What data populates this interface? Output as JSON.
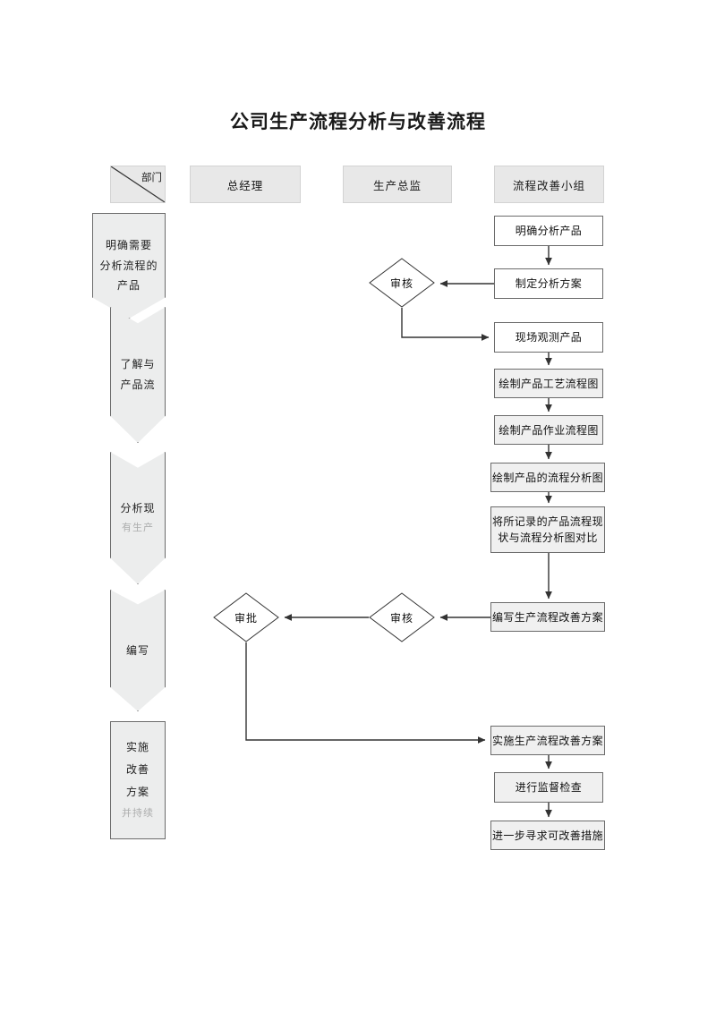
{
  "page": {
    "title": "公司生产流程分析与改善流程"
  },
  "header": {
    "corner": {
      "label": "部门"
    },
    "columns": [
      {
        "label": "总经理"
      },
      {
        "label": "生产总监"
      },
      {
        "label": "流程改善小组"
      }
    ]
  },
  "stages": [
    {
      "id": "stage-1",
      "lines": [
        "明确需要",
        "分析流程的",
        "产品"
      ],
      "clipped": ""
    },
    {
      "id": "stage-2",
      "lines": [
        "了解与",
        "产品流"
      ],
      "clipped": ""
    },
    {
      "id": "stage-3",
      "lines": [
        "分析现"
      ],
      "clipped": "有生产"
    },
    {
      "id": "stage-4",
      "lines": [
        "编写"
      ],
      "clipped": ""
    },
    {
      "id": "stage-5",
      "lines": [
        "实施",
        "改善",
        "方案"
      ],
      "clipped": "并持续"
    }
  ],
  "process_boxes": [
    {
      "id": "p1",
      "label": "明确分析产品"
    },
    {
      "id": "p2",
      "label": "制定分析方案"
    },
    {
      "id": "p3",
      "label": "现场观测产品"
    },
    {
      "id": "p4",
      "label": "绘制产品工艺流程图"
    },
    {
      "id": "p5",
      "label": "绘制产品作业流程图"
    },
    {
      "id": "p6",
      "label": "绘制产品的流程分析图"
    },
    {
      "id": "p7",
      "line1": "将所记录的产品流程现",
      "line2": "状与流程分析图对比"
    },
    {
      "id": "p8",
      "label": "编写生产流程改善方案"
    },
    {
      "id": "p9",
      "label": "实施生产流程改善方案"
    },
    {
      "id": "p10",
      "label": "进行监督检查"
    },
    {
      "id": "p11",
      "label": "进一步寻求可改善措施"
    }
  ],
  "decisions": [
    {
      "id": "d1",
      "label": "审核"
    },
    {
      "id": "d2",
      "label": "审核"
    },
    {
      "id": "d3",
      "label": "审批"
    }
  ],
  "colors": {
    "header_fill": "#e8e8e8",
    "box_fill": "#f0f0f0",
    "chevron_fill": "#eceded",
    "stroke": "#6b6b6b",
    "line": "#333333",
    "text": "#111111"
  }
}
